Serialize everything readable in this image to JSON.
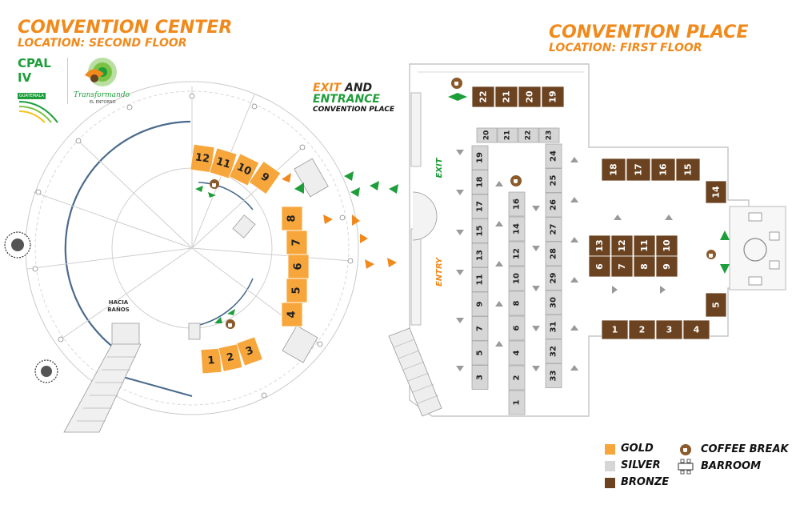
{
  "header_left": {
    "title": "CONVENTION CENTER",
    "subtitle": "LOCATION: SECOND FLOOR"
  },
  "header_right": {
    "title": "CONVENTION PLACE",
    "subtitle": "LOCATION: FIRST FLOOR"
  },
  "logos": {
    "cpal_text": "CPAL IV",
    "cpal_country": "GUATEMALA",
    "transform_text": "Transformando",
    "transform_sub": "EL ENTORNO"
  },
  "exit_entrance": {
    "exit_word": "EXIT",
    "and_word": "AND",
    "entrance_word": "ENTRANCE",
    "place": "CONVENTION PLACE"
  },
  "labels": {
    "hacia_banos_1": "HACIA",
    "hacia_banos_2": "BAÑOS",
    "exit_side": "EXIT",
    "entry_side": "ENTRY"
  },
  "colors": {
    "gold": "#f7a63c",
    "silver": "#d6d6d6",
    "bronze": "#6b4321",
    "orange": "#f08a1c",
    "green": "#1d9e3a",
    "wall": "#4a6a8c"
  },
  "icons": {
    "coffee": "coffee-cup-icon",
    "barroom": "barroom-icon",
    "arrow": "direction-arrow-icon"
  },
  "legend": {
    "gold": "GOLD",
    "silver": "SILVER",
    "bronze": "BRONZE",
    "coffee_break": "COFFEE BREAK",
    "barroom": "BARROOM"
  },
  "booths": {
    "gold_upper": [
      "12",
      "11",
      "10",
      "9"
    ],
    "gold_right": [
      "8",
      "7",
      "6",
      "5",
      "4"
    ],
    "gold_lower": [
      "1",
      "2",
      "3"
    ],
    "bronze_top": [
      "22",
      "21",
      "20",
      "19"
    ],
    "bronze_right_top": [
      "18",
      "17",
      "16",
      "15"
    ],
    "bronze_14": "14",
    "bronze_mid_top": [
      "13",
      "12",
      "11",
      "10"
    ],
    "bronze_mid_bottom": [
      "6",
      "7",
      "8",
      "9"
    ],
    "bronze_5": "5",
    "bronze_bottom": [
      "1",
      "2",
      "3",
      "4"
    ],
    "silver_top_row": [
      "20",
      "21",
      "22",
      "23"
    ],
    "silver_left_col": [
      "19",
      "18",
      "17",
      "15",
      "13",
      "11",
      "9",
      "7",
      "5",
      "3"
    ],
    "silver_mid_col": [
      "16",
      "14",
      "12",
      "10",
      "8",
      "6",
      "4",
      "2",
      "1"
    ],
    "silver_right_col": [
      "24",
      "25",
      "26",
      "27",
      "28",
      "29",
      "30",
      "31",
      "32",
      "33"
    ]
  }
}
